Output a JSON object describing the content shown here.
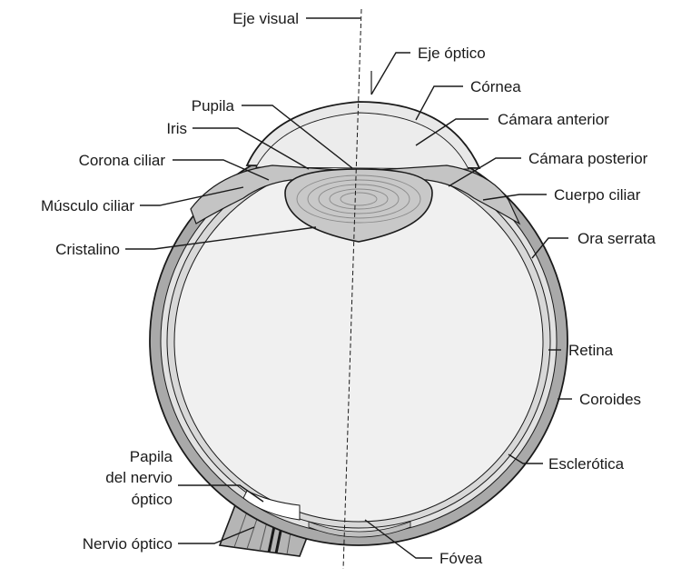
{
  "labels": {
    "eje_visual": "Eje visual",
    "eje_optico": "Eje óptico",
    "cornea": "Córnea",
    "pupila": "Pupila",
    "iris": "Iris",
    "camara_anterior": "Cámara anterior",
    "corona_ciliar": "Corona ciliar",
    "camara_posterior": "Cámara posterior",
    "musculo_ciliar": "Músculo ciliar",
    "cuerpo_ciliar": "Cuerpo ciliar",
    "cristalino": "Cristalino",
    "ora_serrata": "Ora serrata",
    "retina": "Retina",
    "coroides": "Coroides",
    "esclerotica": "Esclerótica",
    "papila_line1": "Papila",
    "papila_line2": "del nervio",
    "papila_line3": "óptico",
    "nervio_optico": "Nervio óptico",
    "fovea": "Fóvea"
  },
  "colors": {
    "sclera": "#a9a9a9",
    "choroid": "#e2e2e2",
    "vitreous": "#f0f0f0",
    "aqueous": "#e8e8e8",
    "lens": "#c8c8c8",
    "nerve": "#b5b5b5",
    "outline": "#1a1a1a"
  }
}
